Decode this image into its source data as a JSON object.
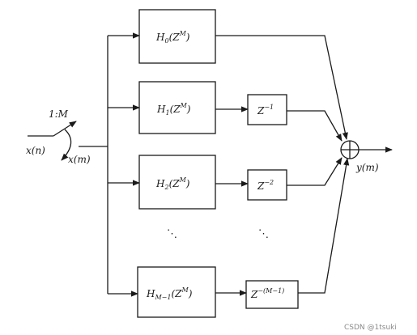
{
  "input": {
    "signal_in": "x(n)",
    "ratio": "1:M",
    "signal_mid": "x(m)"
  },
  "branches": [
    {
      "filter": "H",
      "sub": "0",
      "arg": "(Z",
      "sup": "M",
      "close": ")",
      "delay": null
    },
    {
      "filter": "H",
      "sub": "1",
      "arg": "(Z",
      "sup": "M",
      "close": ")",
      "delay": {
        "base": "Z",
        "exp": "−1"
      }
    },
    {
      "filter": "H",
      "sub": "2",
      "arg": "(Z",
      "sup": "M",
      "close": ")",
      "delay": {
        "base": "Z",
        "exp": "−2"
      }
    },
    {
      "filter": "H",
      "sub": "M−1",
      "arg": "(Z",
      "sup": "M",
      "close": ")",
      "delay": {
        "base": "Z",
        "exp": "−(M−1)"
      }
    }
  ],
  "ellipsis": {
    "filters": "⋱",
    "delays": "⋱"
  },
  "output": {
    "signal": "y(m)"
  },
  "watermark": "CSDN @1tsuki"
}
